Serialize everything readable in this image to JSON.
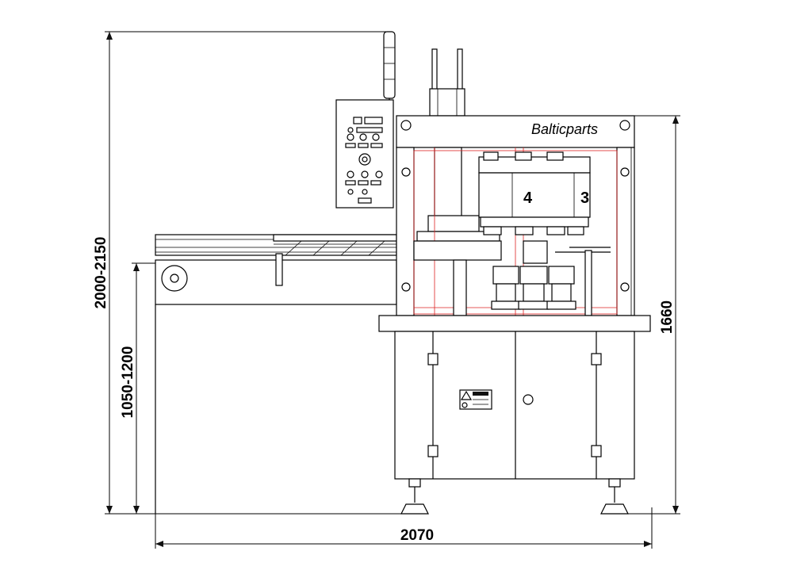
{
  "brand": "Balticparts",
  "head_numbers": [
    "4",
    "3"
  ],
  "dimensions": {
    "total_height": "2000-2150",
    "conveyor_height": "1050-1200",
    "machine_height": "1660",
    "total_width": "2070"
  },
  "colors": {
    "line": "#000000",
    "guide": "#dd2222",
    "background": "#ffffff"
  },
  "icons": [
    "warning-label-icon",
    "round-handle-icon",
    "hinge-icon",
    "leveling-foot-icon"
  ]
}
